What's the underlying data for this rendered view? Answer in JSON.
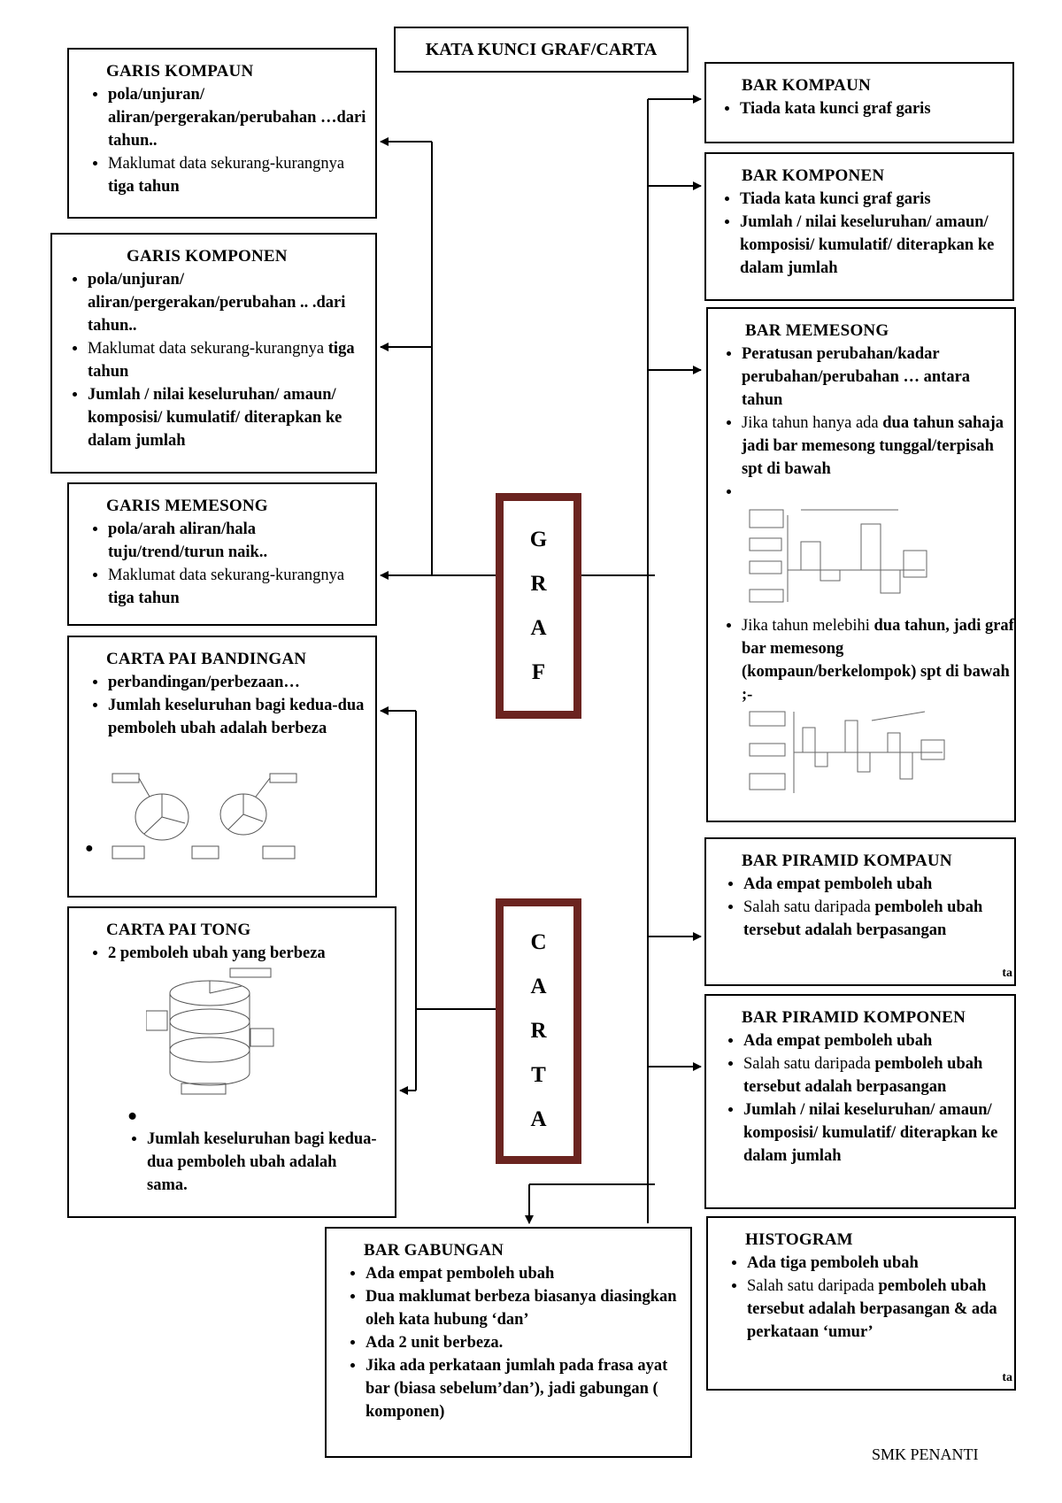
{
  "title": "KATA KUNCI GRAF/CARTA",
  "center": {
    "graf": [
      "G",
      "R",
      "A",
      "F"
    ],
    "carta": [
      "C",
      "A",
      "R",
      "T",
      "A"
    ]
  },
  "left": {
    "garis_kompaun": {
      "title": "GARIS KOMPAUN",
      "items": [
        "pola/unjuran/ aliran/pergerakan/perubahan …dari tahun..",
        "Maklumat data sekurang-kurangnya",
        "tiga tahun"
      ]
    },
    "garis_komponen": {
      "title": "GARIS KOMPONEN",
      "items": [
        "pola/unjuran/ aliran/pergerakan/perubahan .. .dari tahun..",
        "Maklumat data sekurang-kurangnya",
        "tiga tahun",
        "Jumlah / nilai keseluruhan/ amaun/ komposisi/ kumulatif/ diterapkan ke dalam jumlah"
      ]
    },
    "garis_memesong": {
      "title": "GARIS MEMESONG",
      "items": [
        "pola/arah aliran/hala tuju/trend/turun naik..",
        "Maklumat data sekurang-kurangnya",
        "tiga tahun"
      ]
    },
    "carta_pai_bandingan": {
      "title": "CARTA PAI BANDINGAN",
      "items": [
        "perbandingan/perbezaan…",
        "Jumlah keseluruhan bagi kedua-dua pemboleh ubah adalah berbeza"
      ]
    },
    "carta_pai_tong": {
      "title": "CARTA PAI TONG",
      "items": [
        "2 pemboleh ubah yang berbeza",
        "Jumlah keseluruhan bagi kedua-dua pemboleh ubah adalah sama."
      ]
    }
  },
  "right": {
    "bar_kompaun": {
      "title": "BAR KOMPAUN",
      "items": [
        "Tiada kata kunci graf garis"
      ]
    },
    "bar_komponen": {
      "title": "BAR KOMPONEN",
      "items": [
        "Tiada kata kunci graf garis",
        "Jumlah / nilai keseluruhan/ amaun/ komposisi/ kumulatif/ diterapkan ke dalam jumlah"
      ]
    },
    "bar_memesong": {
      "title": "BAR MEMESONG",
      "items": [
        "Peratusan perubahan/kadar perubahan/perubahan … antara tahun",
        "Jika tahun hanya ada",
        "dua tahun sahaja jadi bar memesong tunggal/terpisah spt di bawah",
        "Jika tahun melebihi",
        "dua tahun, jadi graf bar memesong (kompaun/berkelompok) spt di bawah ;-"
      ]
    },
    "bar_piramid_kompaun": {
      "title": "BAR PIRAMID KOMPAUN",
      "items": [
        "Ada empat pemboleh ubah",
        "Salah satu daripada",
        "pemboleh ubah tersebut adalah berpasangan"
      ],
      "cut": "ta"
    },
    "bar_piramid_komponen": {
      "title": "BAR PIRAMID KOMPONEN",
      "items": [
        "Ada empat pemboleh ubah",
        "Salah satu daripada",
        "pemboleh ubah tersebut adalah berpasangan",
        "Jumlah / nilai keseluruhan/ amaun/ komposisi/ kumulatif/ diterapkan ke dalam jumlah"
      ]
    },
    "histogram": {
      "title": "HISTOGRAM",
      "items": [
        "Ada tiga pemboleh ubah",
        "Salah satu daripada",
        "pemboleh ubah tersebut adalah berpasangan & ada perkataan ‘umur’"
      ],
      "cut": "ta"
    }
  },
  "bottom": {
    "bar_gabungan": {
      "title": "BAR GABUNGAN",
      "items": [
        "Ada empat pemboleh ubah",
        "Dua maklumat berbeza biasanya diasingkan oleh kata hubung ‘dan’",
        "Ada 2 unit  berbeza.",
        "Jika ada perkataan jumlah pada frasa ayat bar (biasa sebelum’dan’), jadi gabungan  ( komponen)"
      ]
    }
  },
  "footer": "SMK PENANTI"
}
